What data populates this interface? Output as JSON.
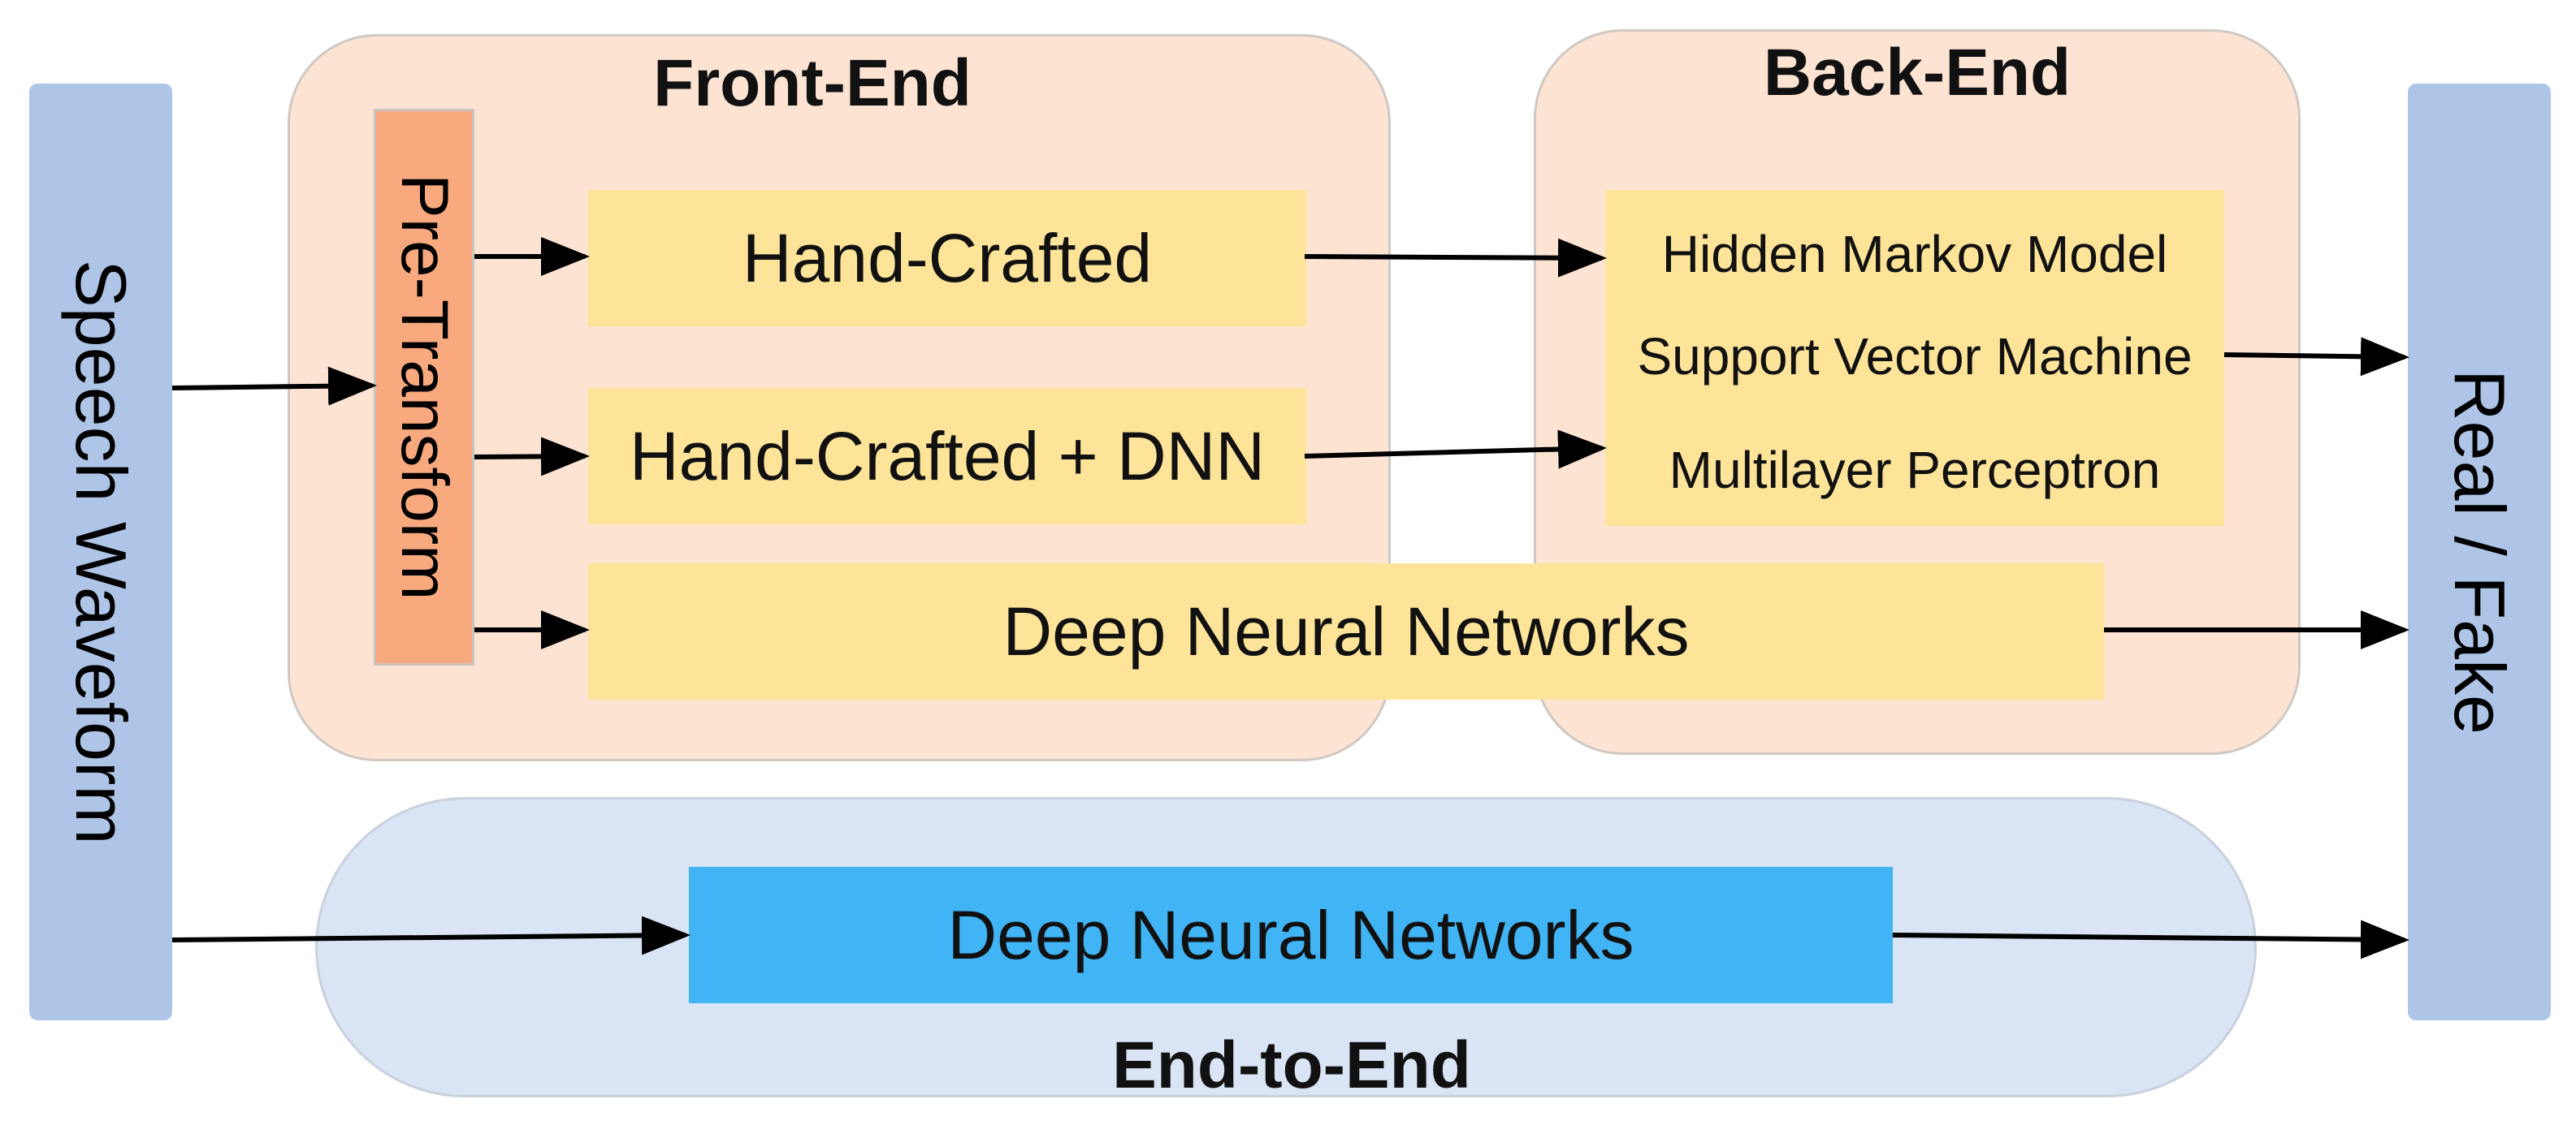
{
  "input": {
    "label": "Speech Waveform"
  },
  "output": {
    "label": "Real / Fake"
  },
  "front_end": {
    "title": "Front-End",
    "pre_transform": "Pre-Transform",
    "hand_crafted": "Hand-Crafted",
    "hand_crafted_dnn": "Hand-Crafted + DNN",
    "deep_neural_networks": "Deep Neural Networks"
  },
  "back_end": {
    "title": "Back-End",
    "classifiers": [
      "Hidden Markov Model",
      "Support Vector Machine",
      "Multilayer Perceptron"
    ]
  },
  "end_to_end": {
    "title": "End-to-End",
    "model": "Deep Neural Networks"
  },
  "colors": {
    "side_bar": "#aec5e8",
    "panel_peach": "#fde3d2",
    "panel_blue": "#d9e4f4",
    "box_yellow": "#fde499",
    "pre_transform": "#f9a97e",
    "e2e_box": "#41b4f5"
  }
}
